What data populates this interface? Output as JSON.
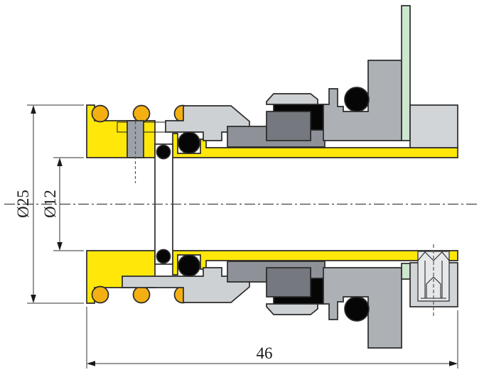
{
  "drawing": {
    "kind": "mechanical-seal-cross-section",
    "dimensions": {
      "outer_diameter": {
        "label": "Ø25"
      },
      "bore_diameter": {
        "label": "Ø12"
      },
      "overall_length": {
        "label": "46"
      }
    },
    "colors": {
      "yellow": "#FFE70A",
      "orange": "#F4B013",
      "green": "#CDE6CE",
      "lgray": "#CDD1D3",
      "rblock": "#D2D5D8",
      "screwbody": "#E6E8E9",
      "gland": "#ADB1B6",
      "dark": "#75787E",
      "medium": "#8E9298",
      "setblock": "#9CA2A8",
      "black": "#060606",
      "outline": "#2B2B2B"
    }
  }
}
